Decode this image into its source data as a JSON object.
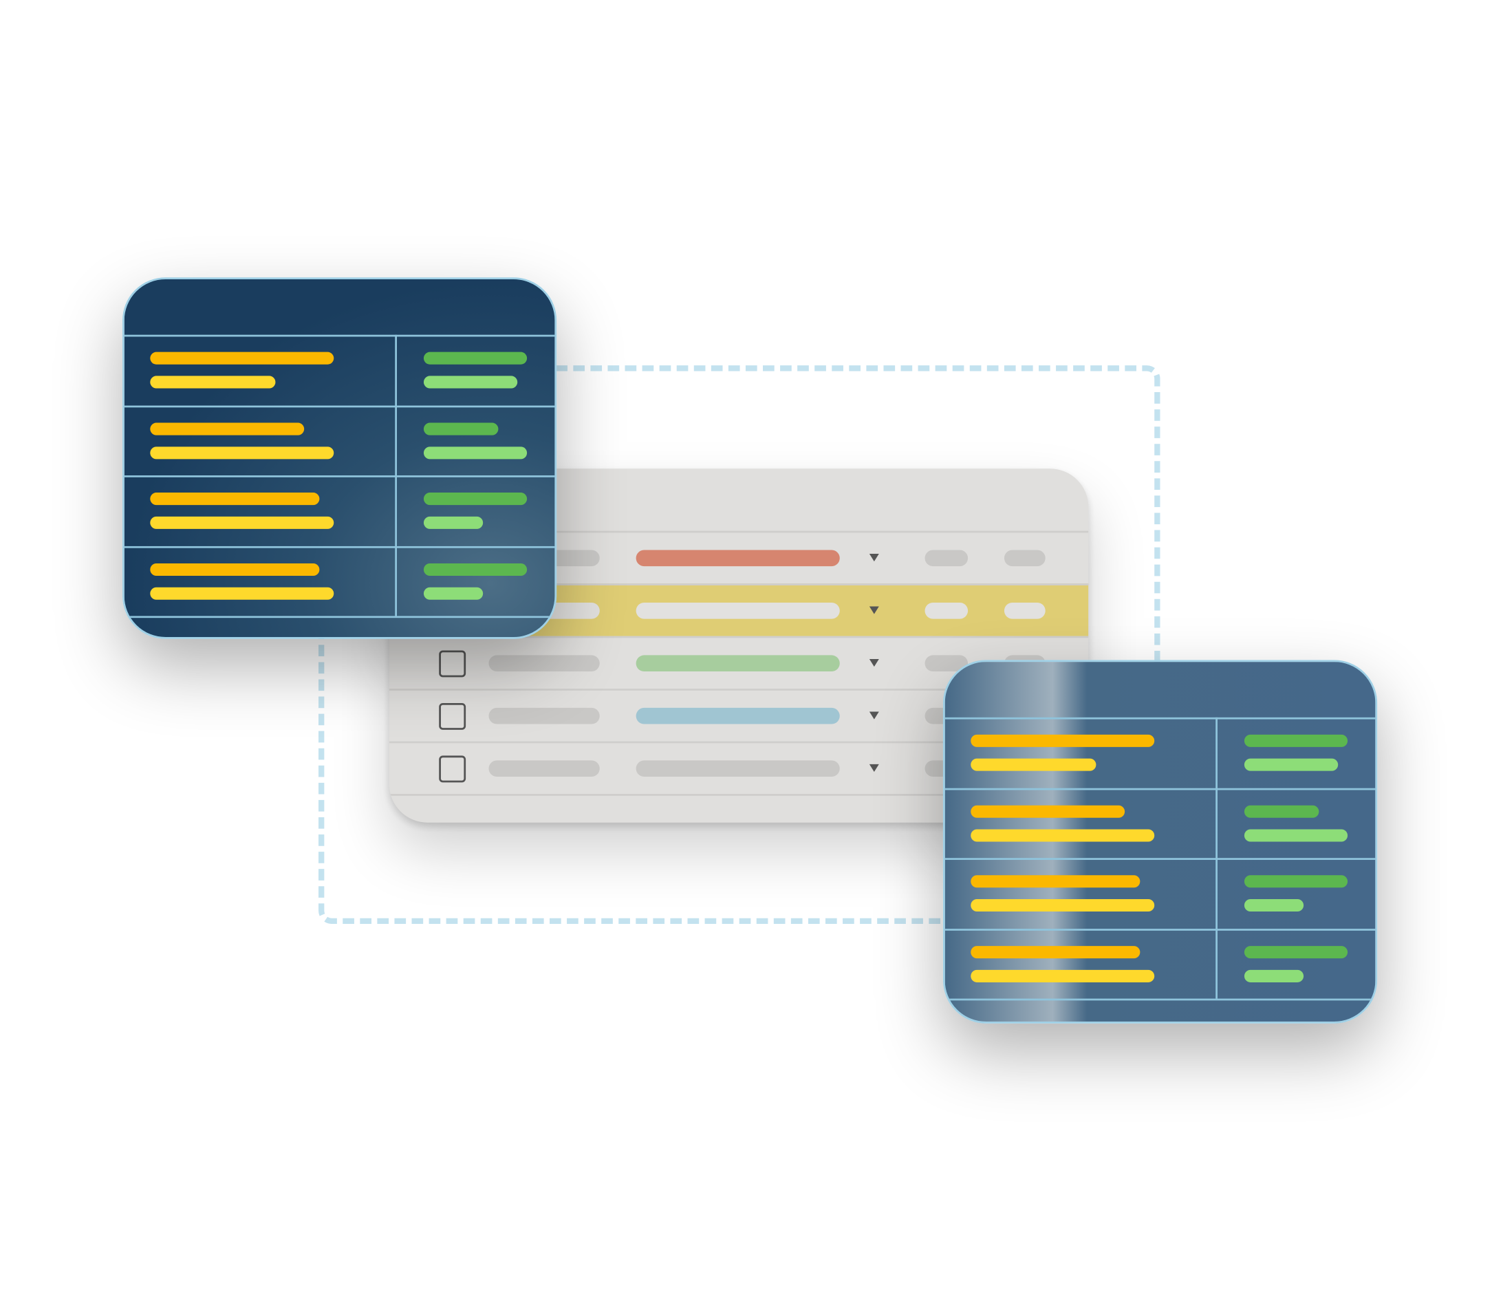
{
  "colors": {
    "card_dark": "#1a3d5e",
    "card_light": "#466987",
    "grid_line": "#8fc4dc",
    "dashed_connector": "#c3e2ef",
    "table_bg": "#e0dfdd",
    "highlight_row": "#dfcd74",
    "bar_orange": "#fbb800",
    "bar_yellow": "#fed92c",
    "bar_green_dark": "#5cb74f",
    "bar_green_light": "#8ddd78"
  },
  "source_card": {
    "rows": [
      {
        "a": 1.0,
        "b": 0.68,
        "c": 1.0,
        "d": 0.91
      },
      {
        "a": 0.84,
        "b": 1.0,
        "c": 0.72,
        "d": 1.0
      },
      {
        "a": 0.92,
        "b": 1.0,
        "c": 1.0,
        "d": 0.57
      },
      {
        "a": 0.92,
        "b": 1.0,
        "c": 1.0,
        "d": 0.57
      }
    ]
  },
  "target_card": {
    "rows": [
      {
        "a": 1.0,
        "b": 0.68,
        "c": 1.0,
        "d": 0.91
      },
      {
        "a": 0.84,
        "b": 1.0,
        "c": 0.72,
        "d": 1.0
      },
      {
        "a": 0.92,
        "b": 1.0,
        "c": 1.0,
        "d": 0.57
      },
      {
        "a": 0.92,
        "b": 1.0,
        "c": 1.0,
        "d": 0.57
      }
    ]
  },
  "table": {
    "highlighted_row": 1,
    "rows": [
      {
        "checkbox": false,
        "status_color": "#d6856f"
      },
      {
        "checkbox": false,
        "status_color": "#e2e1df"
      },
      {
        "checkbox": false,
        "status_color": "#a7cd9e"
      },
      {
        "checkbox": false,
        "status_color": "#a0c5d2"
      },
      {
        "checkbox": false,
        "status_color": "#c9c8c6"
      }
    ]
  }
}
